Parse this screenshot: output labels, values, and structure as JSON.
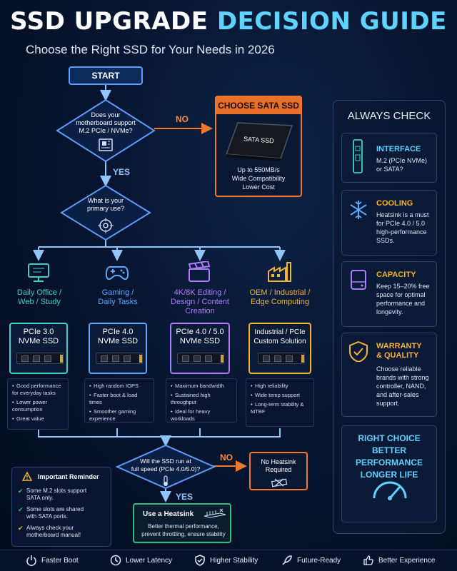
{
  "header": {
    "title_white": "SSD UPGRADE",
    "title_cyan": "DECISION GUIDE",
    "subtitle": "Choose the Right SSD for Your Needs in 2026"
  },
  "flow": {
    "start": "START",
    "q1": [
      "Does your",
      "motherboard support",
      "M.2 PCIe / NVMe?"
    ],
    "no": "NO",
    "yes": "YES",
    "sata": {
      "header": "CHOOSE SATA SSD",
      "device_label": "SATA SSD",
      "specs": [
        "Up to 550MB/s",
        "Wide Compatibility",
        "Lower Cost"
      ]
    },
    "q2": [
      "What is your",
      "primary use?"
    ]
  },
  "uses": [
    {
      "label": [
        "Daily Office /",
        "Web / Study"
      ],
      "color": "#3fd0c3",
      "ssd": [
        "PCIe 3.0",
        "NVMe SSD"
      ],
      "features": [
        "Good performance for everyday tasks",
        "Lower power consumption",
        "Great value"
      ]
    },
    {
      "label": [
        "Gaming /",
        "Daily Tasks"
      ],
      "color": "#5aa8ff",
      "ssd": [
        "PCIe 4.0",
        "NVMe SSD"
      ],
      "features": [
        "High random IOPS",
        "Faster boot & load times",
        "Smoother gaming experience"
      ]
    },
    {
      "label": [
        "4K/8K Editing /",
        "Design / Content",
        "Creation"
      ],
      "color": "#b07cff",
      "ssd": [
        "PCIe 4.0 / 5.0",
        "NVMe SSD"
      ],
      "features": [
        "Maximum bandwidth",
        "Sustained high throughput",
        "Ideal for heavy workloads"
      ]
    },
    {
      "label": [
        "OEM / Industrial /",
        "Edge Computing"
      ],
      "color": "#f3b431",
      "ssd": [
        "Industrial / PCIe",
        "Custom Solution"
      ],
      "features": [
        "High reliability",
        "Wide temp support",
        "Long-term stability & MTBF"
      ]
    }
  ],
  "heat": {
    "question": [
      "Will the SSD run at",
      "full speed (PCIe 4.0/5.0)?"
    ],
    "no": "NO",
    "yes": "YES",
    "no_heatsink": [
      "No Heatsink",
      "Required"
    ],
    "use_heatsink": "Use a Heatsink",
    "heatsink_desc": [
      "Better thermal performance,",
      "prevent throttling, ensure stability"
    ]
  },
  "reminder": {
    "title": "Important Reminder",
    "items": [
      [
        "Some M.2 slots support",
        "SATA only."
      ],
      [
        "Some slots are shared",
        "with SATA ports."
      ],
      [
        "Always check your",
        "motherboard manual!"
      ]
    ]
  },
  "always_check": {
    "title": "ALWAYS CHECK",
    "items": [
      {
        "heading": [
          "INTERFACE"
        ],
        "desc": [
          "M.2 (PCIe NVMe)",
          "or SATA?"
        ],
        "icon": "m2-stick-icon"
      },
      {
        "heading": [
          "COOLING"
        ],
        "desc": [
          "Heatsink is a must",
          "for PCIe 4.0 / 5.0",
          "high-performance",
          "SSDs."
        ],
        "icon": "snowflake-icon"
      },
      {
        "heading": [
          "CAPACITY"
        ],
        "desc": [
          "Keep 15–20% free",
          "space for optimal",
          "performance and",
          "longevity."
        ],
        "icon": "drive-icon"
      },
      {
        "heading": [
          "WARRANTY",
          "& QUALITY"
        ],
        "desc": [
          "Choose reliable",
          "brands with strong",
          "controller, NAND,",
          "and after-sales",
          "support."
        ],
        "icon": "shield-check-icon"
      }
    ],
    "final": [
      "RIGHT CHOICE",
      "BETTER PERFORMANCE",
      "LONGER LIFE"
    ]
  },
  "footer": [
    "Faster Boot",
    "Lower Latency",
    "Higher Stability",
    "Future-Ready",
    "Better Experience"
  ],
  "colors": {
    "accent": "#5fd3ff",
    "orange": "#f07a2b",
    "green": "#37b87e",
    "gold": "#f3b431"
  }
}
